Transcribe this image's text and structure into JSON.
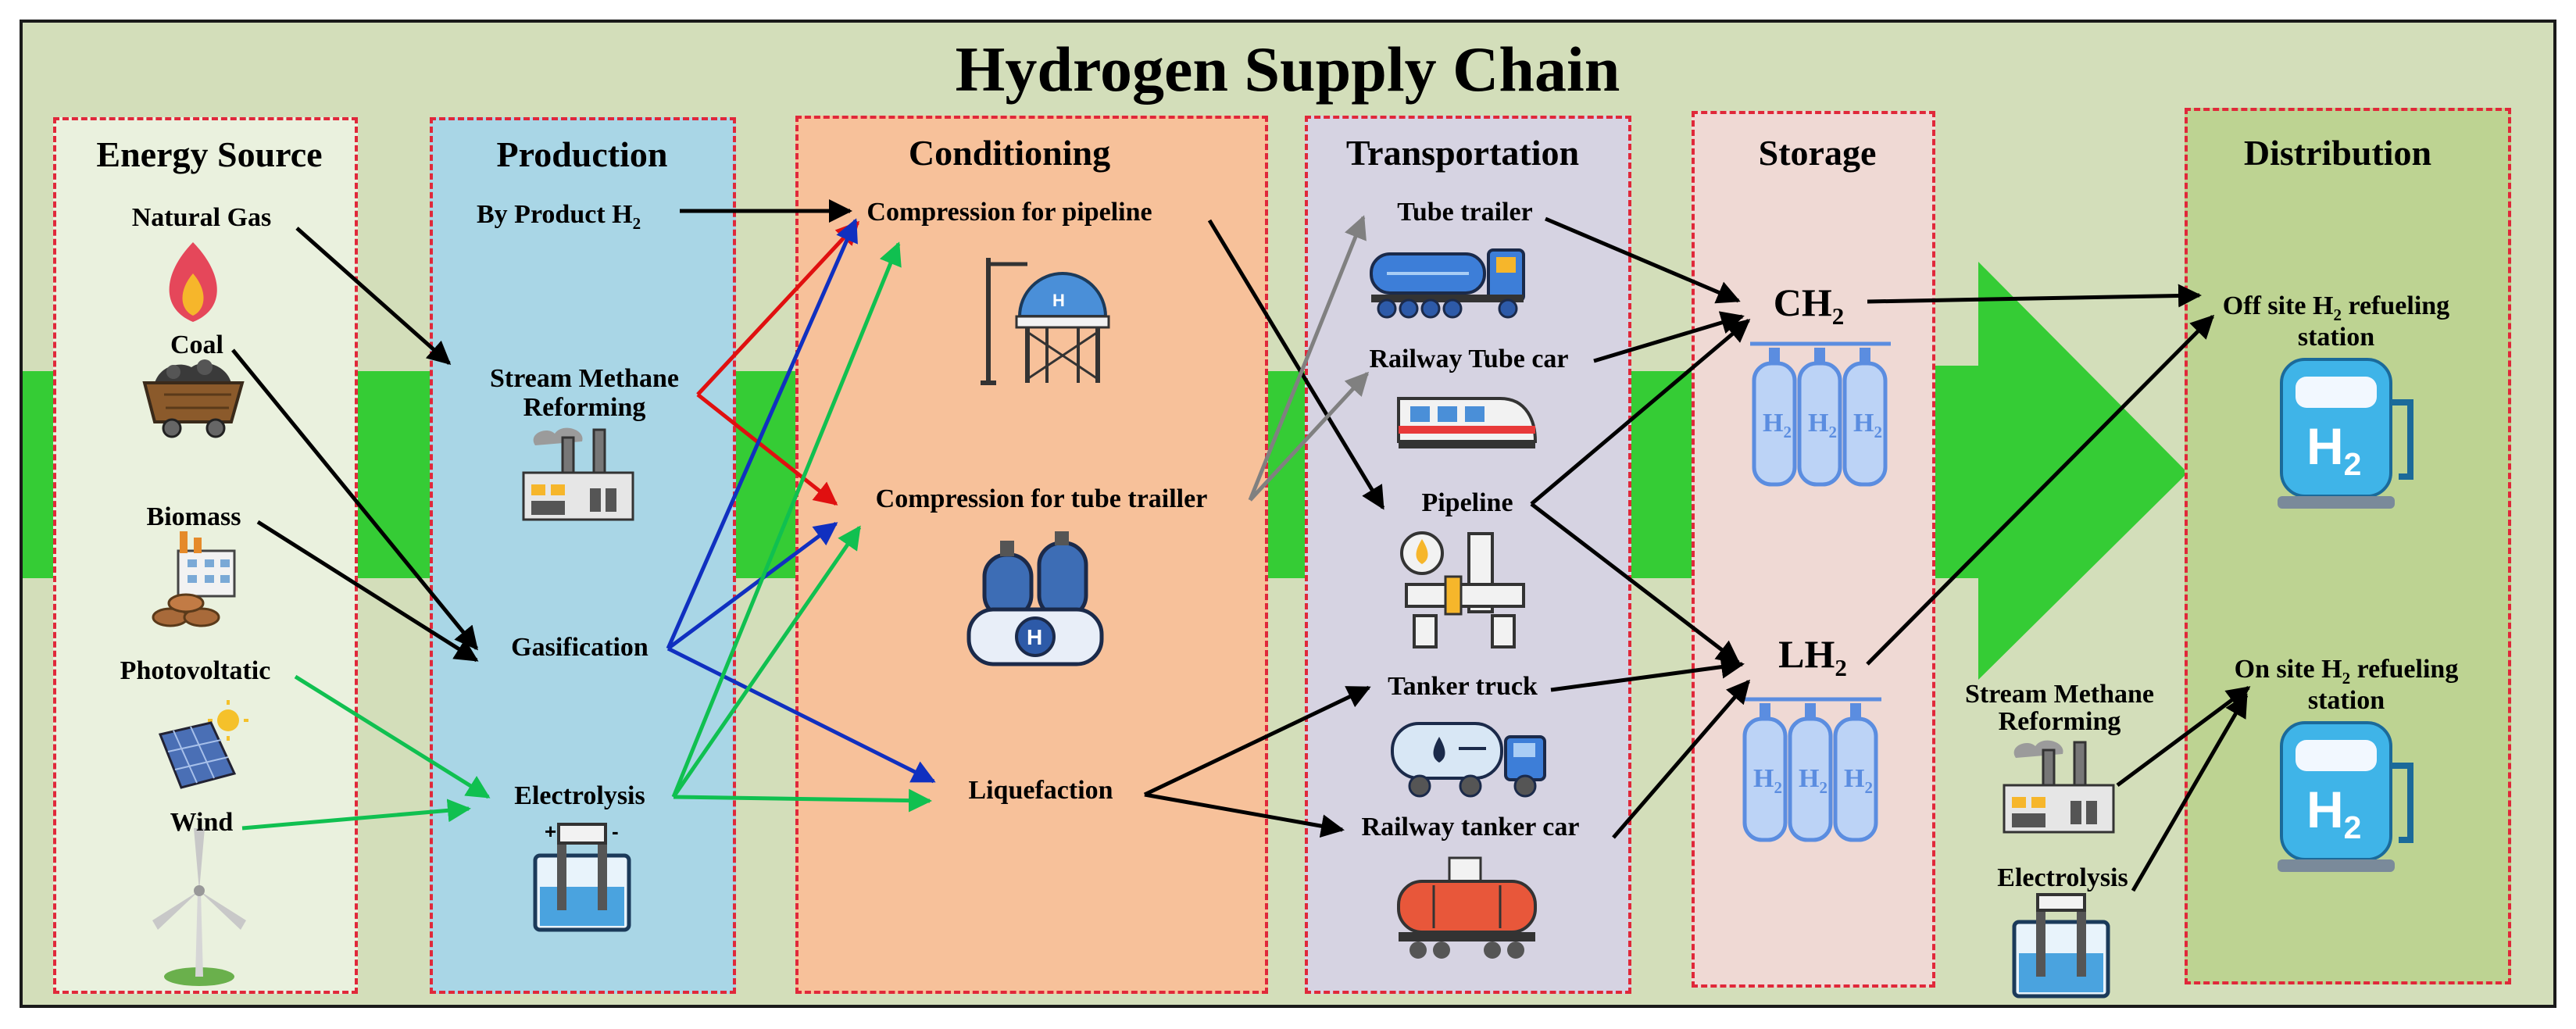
{
  "title": "Hydrogen Supply Chain",
  "columns": {
    "energy_source": {
      "heading": "Energy Source",
      "items": [
        "Natural Gas",
        "Coal",
        "Biomass",
        "Photovoltatic",
        "Wind"
      ]
    },
    "production": {
      "heading": "Production",
      "items": {
        "byproduct": "By Product H",
        "byproduct_sub": "2",
        "smr_line1": "Stream Methane",
        "smr_line2": "Reforming",
        "gasification": "Gasification",
        "electrolysis": "Electrolysis"
      }
    },
    "conditioning": {
      "heading": "Conditioning",
      "items": [
        "Compression for pipeline",
        "Compression for tube trailler",
        "Liquefaction"
      ]
    },
    "transportation": {
      "heading": "Transportation",
      "items": [
        "Tube trailer",
        "Railway Tube car",
        "Pipeline",
        "Tanker truck",
        "Railway tanker car"
      ]
    },
    "storage": {
      "heading": "Storage",
      "ch2": "CH",
      "ch2_sub": "2",
      "lh2": "LH",
      "lh2_sub": "2",
      "tank_label": "H",
      "tank_sub": "2"
    },
    "distribution": {
      "heading": "Distribution",
      "offsite_a": "Off site H",
      "offsite_sub": "2",
      "offsite_b": " refueling",
      "offsite_c": "station",
      "onsite_a": "On site H",
      "onsite_sub": "2",
      "onsite_b": " refueling",
      "onsite_c": "station",
      "smr_line1": "Stream Methane",
      "smr_line2": "Reforming",
      "electrolysis": "Electrolysis",
      "pump_label": "H",
      "pump_sub": "2"
    }
  },
  "colors": {
    "background": "#d3deba",
    "flow_band": "#35cc35",
    "panel_border": "#e0283a",
    "energy_panel": "#eaf1de",
    "production_panel": "#a9d6e6",
    "conditioning_panel": "#f7c19a",
    "transportation_panel": "#d6d3e2",
    "storage_panel": "#efd9d4",
    "distribution_panel": "#bdd392",
    "arrow_black": "#000000",
    "arrow_red": "#e01010",
    "arrow_blue": "#1030c0",
    "arrow_green": "#10c050",
    "arrow_gray": "#808080"
  },
  "icons": [
    "flame-icon",
    "coal-cart-icon",
    "biomass-icon",
    "solar-panel-icon",
    "wind-turbine-icon",
    "factory-icon",
    "electrolysis-cell-icon",
    "h2-sphere-tank-icon",
    "gas-cylinders-icon",
    "tube-trailer-icon",
    "train-icon",
    "pipeline-valve-icon",
    "tanker-truck-icon",
    "rail-tanker-icon",
    "h2-cylinders-icon",
    "h2-pump-icon"
  ]
}
